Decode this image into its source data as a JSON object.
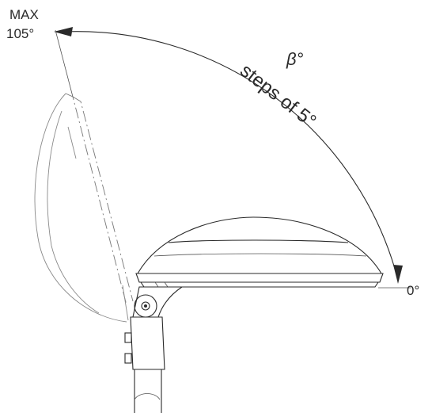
{
  "labels": {
    "max_line1": "MAX",
    "max_line2": "105°",
    "beta": "β°",
    "steps": "steps of 5°",
    "zero": "0°"
  },
  "diagram": {
    "subject": "pole-top luminaire tilt adjustment",
    "max_tilt_deg": 105,
    "min_tilt_deg": 0,
    "step_deg": 5
  }
}
